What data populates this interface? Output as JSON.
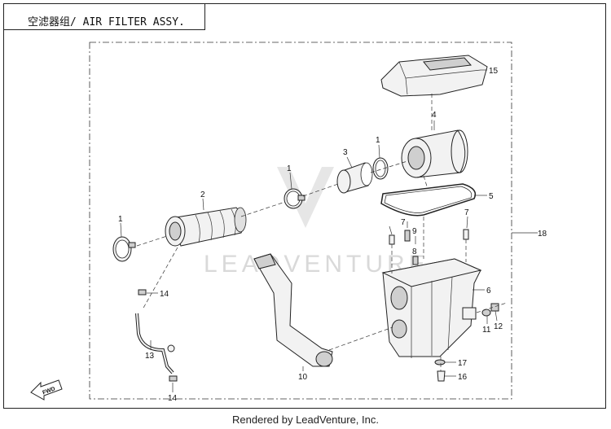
{
  "title": "空滤器组/ AIR FILTER ASSY.",
  "footer": "Rendered by LeadVenture, Inc.",
  "watermark": "LEADVENTURE",
  "fwd_badge": "FWD",
  "callouts": {
    "c1a": "1",
    "c1b": "1",
    "c1c": "1",
    "c2": "2",
    "c3": "3",
    "c4": "4",
    "c5": "5",
    "c6": "6",
    "c7a": "7",
    "c7b": "7",
    "c8": "8",
    "c9": "9",
    "c10": "10",
    "c11": "11",
    "c12": "12",
    "c13": "13",
    "c14a": "14",
    "c14b": "14",
    "c15": "15",
    "c16": "16",
    "c17": "17",
    "c18": "18"
  }
}
